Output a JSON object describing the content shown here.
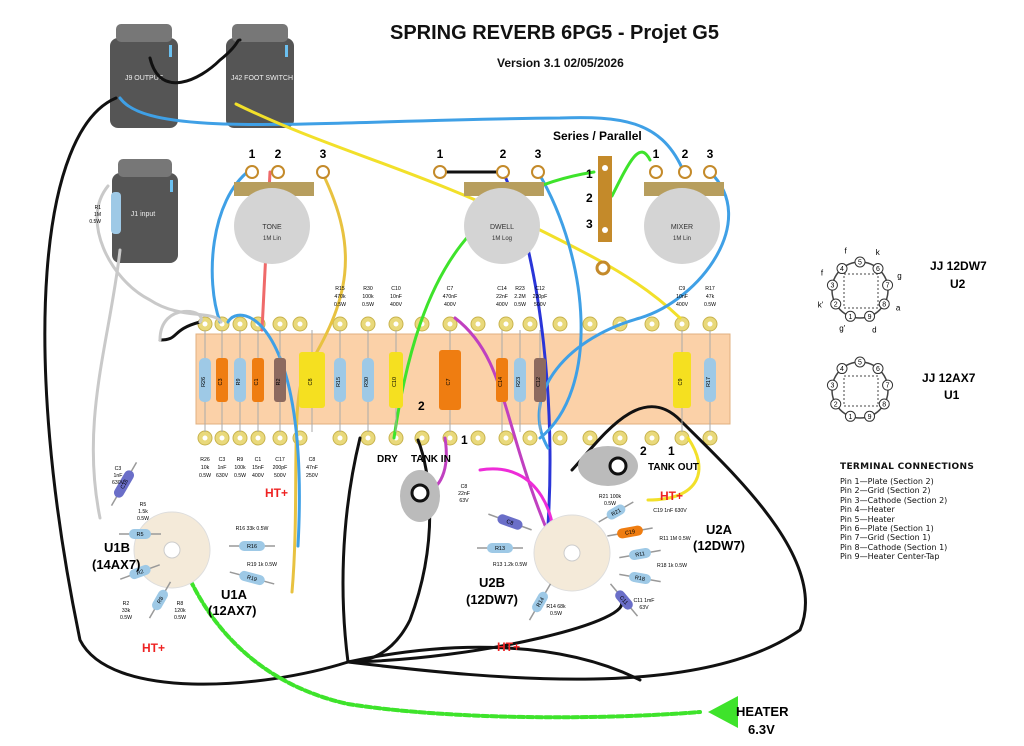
{
  "title": "SPRING REVERB 6PG5 - Projet G5",
  "subtitle": "Version 3.1 02/05/2026",
  "jacks": {
    "output": "J9 OUTPUT",
    "footswitch": "J42 FOOT SWITCH",
    "input": "J1 input"
  },
  "pots": {
    "tone": {
      "name": "TONE",
      "value": "1M Lin"
    },
    "dwell": {
      "name": "DWELL",
      "value": "1M Log"
    },
    "mixer": {
      "name": "MIXER",
      "value": "1M Lin"
    },
    "pin1": "1",
    "pin2": "2",
    "pin3": "3"
  },
  "series_parallel": {
    "label": "Series / Parallel",
    "p1": "1",
    "p2": "2",
    "p3": "3"
  },
  "r1": {
    "name": "R1",
    "value": "1M",
    "power": "0.5W"
  },
  "board_top": [
    {
      "name": "R15",
      "value": "470k",
      "power": "0.5W"
    },
    {
      "name": "R30",
      "value": "100k",
      "power": "0.5W"
    },
    {
      "name": "C10",
      "value": "10nF",
      "power": "400V"
    },
    {
      "name": "C7",
      "value": "470nF",
      "power": "400V"
    },
    {
      "name": "C14",
      "value": "22nF",
      "power": "400V"
    },
    {
      "name": "R23",
      "value": "2.2M",
      "power": "0.5W"
    },
    {
      "name": "C12",
      "value": "220pF",
      "power": "500V"
    },
    {
      "name": "C9",
      "value": "10nF",
      "power": "400V"
    },
    {
      "name": "R17",
      "value": "47k",
      "power": "0.5W"
    }
  ],
  "board_bottom": [
    {
      "name": "R26",
      "value": "10k",
      "power": "0.5W"
    },
    {
      "name": "C3",
      "value": "1nF",
      "power": "630V"
    },
    {
      "name": "R9",
      "value": "100k",
      "power": "0.5W"
    },
    {
      "name": "C1",
      "value": "15nF",
      "power": "400V"
    },
    {
      "name": "C17",
      "value": "200pF",
      "power": "500V"
    },
    {
      "name": "C8",
      "value": "47nF",
      "power": "250V"
    }
  ],
  "board_parts": [
    "R26",
    "C3",
    "R9",
    "C1",
    "C8",
    "R15",
    "R30",
    "C10",
    "C7",
    "C14",
    "R23",
    "C12",
    "C9",
    "R17",
    "R2"
  ],
  "labels": {
    "dry": "DRY",
    "tank_in": "TANK IN",
    "tank_out": "TANK OUT",
    "two_a": "2",
    "one_a": "1",
    "two_b": "2",
    "one_b": "1",
    "ht": "HT+",
    "heater": "HEATER",
    "heater_v": "6.3V"
  },
  "tubes": {
    "u1b": {
      "name": "U1B",
      "type": "(14AX7)"
    },
    "u1a": {
      "name": "U1A",
      "type": "(12AX7)"
    },
    "u2b": {
      "name": "U2B",
      "type": "(12DW7)"
    },
    "u2a": {
      "name": "U2A",
      "type": "(12DW7)"
    }
  },
  "parts_left": [
    {
      "name": "C3",
      "value": "1nF",
      "power": "630V"
    },
    {
      "name": "R5",
      "value": "1.5k",
      "power": "0.5W"
    },
    {
      "name": "R2",
      "value": "33k",
      "power": "0.5W"
    },
    {
      "name": "R8",
      "value": "120k",
      "power": "0.5W"
    },
    {
      "name": "R16",
      "value": "33k 0.5W"
    },
    {
      "name": "R19",
      "value": "1k 0.5W"
    }
  ],
  "left_names": [
    "C16",
    "R5",
    "R2",
    "R8",
    "R16",
    "R19"
  ],
  "parts_right": [
    {
      "name": "C8",
      "value": "22nF",
      "power": "63V"
    },
    {
      "name": "R13",
      "value": "1.2k 0.5W"
    },
    {
      "name": "R14",
      "value": "68k",
      "power": "0.5W"
    },
    {
      "name": "R21",
      "value": "100k",
      "power": "0.5W"
    },
    {
      "name": "C19",
      "value": "1nF 630V"
    },
    {
      "name": "R11",
      "value": "1M 0.5W"
    },
    {
      "name": "R18",
      "value": "1k 0.5W"
    },
    {
      "name": "C11",
      "value": "1mF",
      "power": "63V"
    }
  ],
  "right_names": [
    "C8",
    "R13",
    "R14",
    "R21",
    "C19",
    "R11",
    "R18",
    "C11"
  ],
  "pinouts": {
    "u2": {
      "title": "JJ 12DW7",
      "sub": "U2",
      "pins": [
        "f",
        "k",
        "g",
        "a",
        "d",
        "g'",
        "k'",
        "f"
      ]
    },
    "u1": {
      "title": "JJ 12AX7",
      "sub": "U1",
      "pins": [
        "1",
        "2",
        "3",
        "4",
        "5",
        "6",
        "7",
        "8",
        "9"
      ]
    }
  },
  "terminal": {
    "title": "TERMINAL CONNECTIONS",
    "pins": [
      "Pin 1—Plate (Section 2)",
      "Pin 2—Grid (Section 2)",
      "Pin 3—Cathode (Section 2)",
      "Pin 4—Heater",
      "Pin 5—Heater",
      "Pin 6—Plate (Section 1)",
      "Pin 7—Grid (Section 1)",
      "Pin 8—Cathode (Section 1)",
      "Pin 9—Heater Center-Tap"
    ]
  },
  "colors": {
    "board": "#fbd1a8",
    "pad": "#e9d97b",
    "resistor": "#9ec9e6",
    "cap_yellow": "#f5e020",
    "cap_orange": "#ef7d11",
    "cap_brown": "#8d6a5f",
    "jack": "#555555",
    "pot": "#d4d4d4",
    "heater": "#3ee32b",
    "ht": "#ee2222"
  }
}
